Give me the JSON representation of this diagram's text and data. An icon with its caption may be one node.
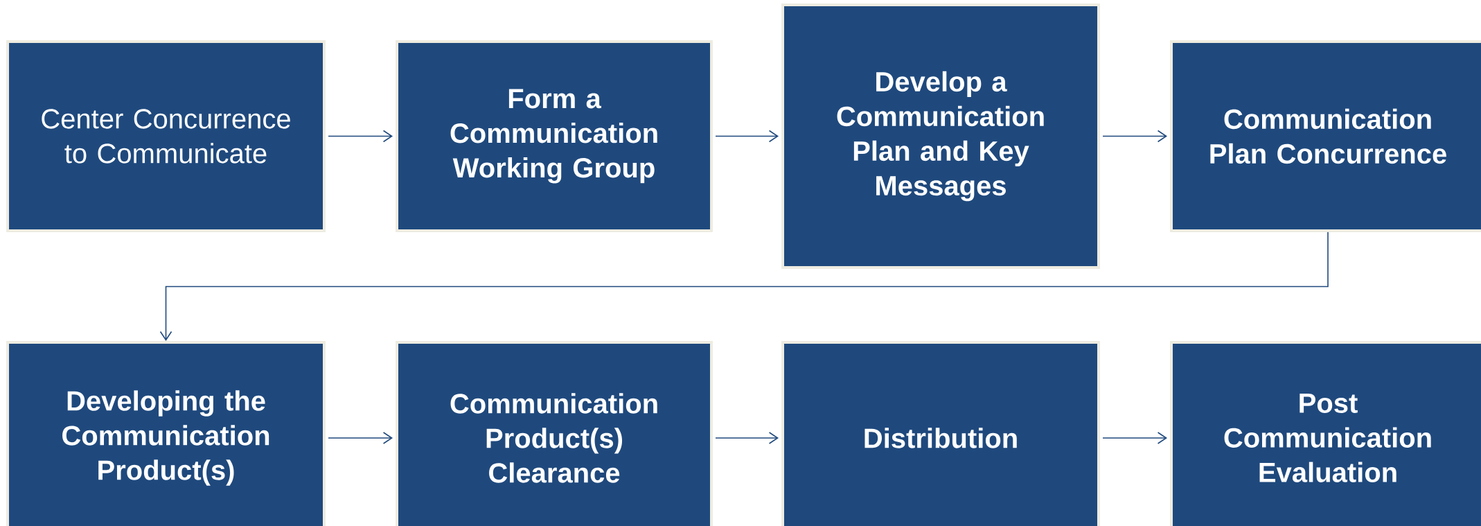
{
  "diagram": {
    "nodes": [
      {
        "text": [
          "Center Concurrence to Communicate"
        ]
      },
      {
        "text": [
          "Form a Communication Working Group"
        ]
      },
      {
        "text": [
          "Develop a Communication Plan and Key Messages"
        ]
      },
      {
        "text": [
          "Communication Plan Concurrence"
        ]
      },
      {
        "text": [
          "Developing the Communication Product(s)"
        ]
      },
      {
        "text": [
          "Communication Product(s) Clearance"
        ]
      },
      {
        "text": [
          "Distribution"
        ]
      },
      {
        "text": [
          "Post Communication Evaluation"
        ]
      }
    ],
    "edges": [
      {
        "from": 0,
        "to": 1,
        "arrow": "to"
      },
      {
        "from": 1,
        "to": 2,
        "arrow": "to"
      },
      {
        "from": 2,
        "to": 3,
        "arrow": "to"
      },
      {
        "from": 3,
        "to": 4,
        "arrow": "to"
      },
      {
        "from": 4,
        "to": 5,
        "arrow": "to"
      },
      {
        "from": 5,
        "to": 6,
        "arrow": "to"
      },
      {
        "from": 6,
        "to": 7,
        "arrow": "to"
      }
    ]
  }
}
